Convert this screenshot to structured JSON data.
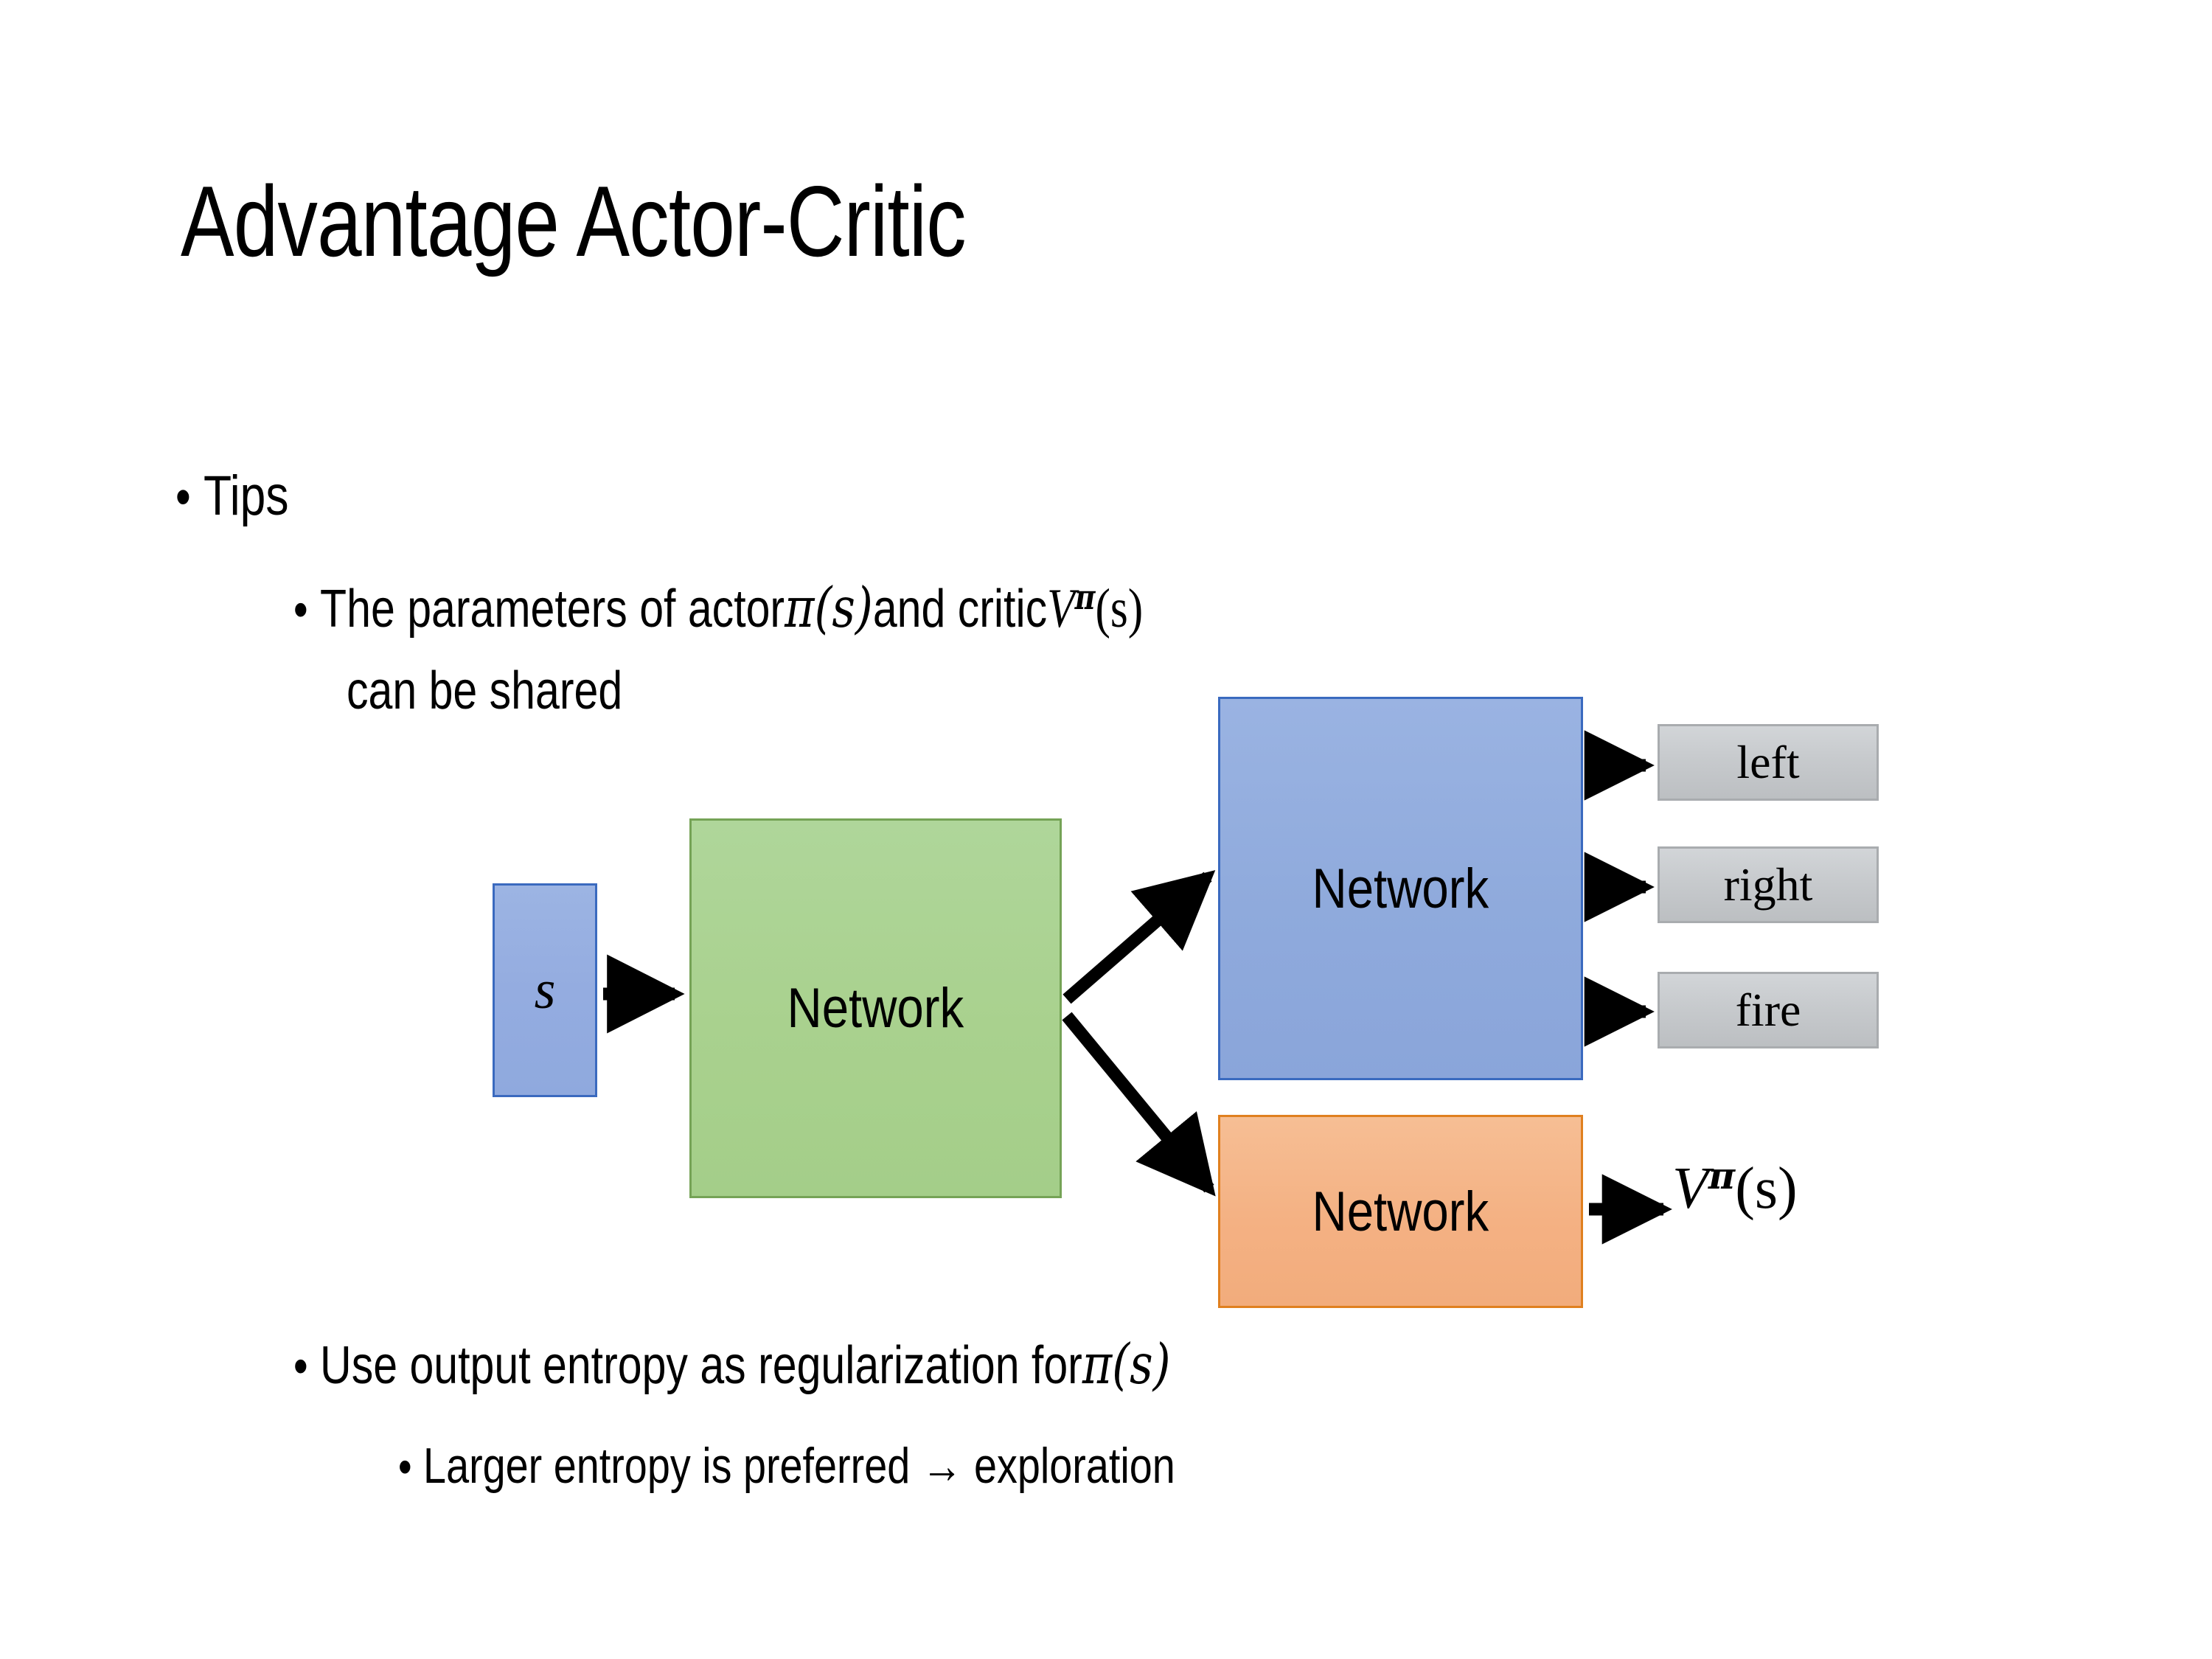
{
  "slide": {
    "title": "Advantage Actor-Critic",
    "background_color": "#FFFFFF"
  },
  "bullets": {
    "tips": {
      "marker": "•",
      "text": "Tips",
      "level": 1
    },
    "shared_params": {
      "marker": "•",
      "level": 2,
      "line1_pre": "The parameters of actor ",
      "math_actor": "π(s)",
      "line1_mid": "  and critic ",
      "math_critic_base": "V",
      "math_critic_sup": "π",
      "math_critic_arg": "(s)",
      "line2": "can be shared"
    },
    "entropy": {
      "marker": "•",
      "level": 2,
      "text_pre": "Use output entropy as regularization for ",
      "math": "π(s)"
    },
    "larger_entropy": {
      "marker": "•",
      "level": 3,
      "text": "Larger entropy is preferred → exploration"
    }
  },
  "diagram": {
    "input_state_label": "s",
    "shared_network_label": "Network",
    "actor_network_label": "Network",
    "critic_network_label": "Network",
    "action_outputs": [
      "left",
      "right",
      "fire"
    ],
    "value_output": {
      "base": "V",
      "sup": "π",
      "arg": "(s)"
    },
    "colors": {
      "input_fill": "#8FAADC",
      "input_border": "#3A6ABF",
      "shared_fill": "#A9D18E",
      "shared_border": "#75A356",
      "actor_fill": "#8FAADC",
      "actor_border": "#3A6ABF",
      "critic_fill": "#F4B183",
      "critic_border": "#E0801F",
      "output_fill": "#C7CACD",
      "output_border": "#A9ACAF",
      "arrow": "#000000"
    }
  }
}
